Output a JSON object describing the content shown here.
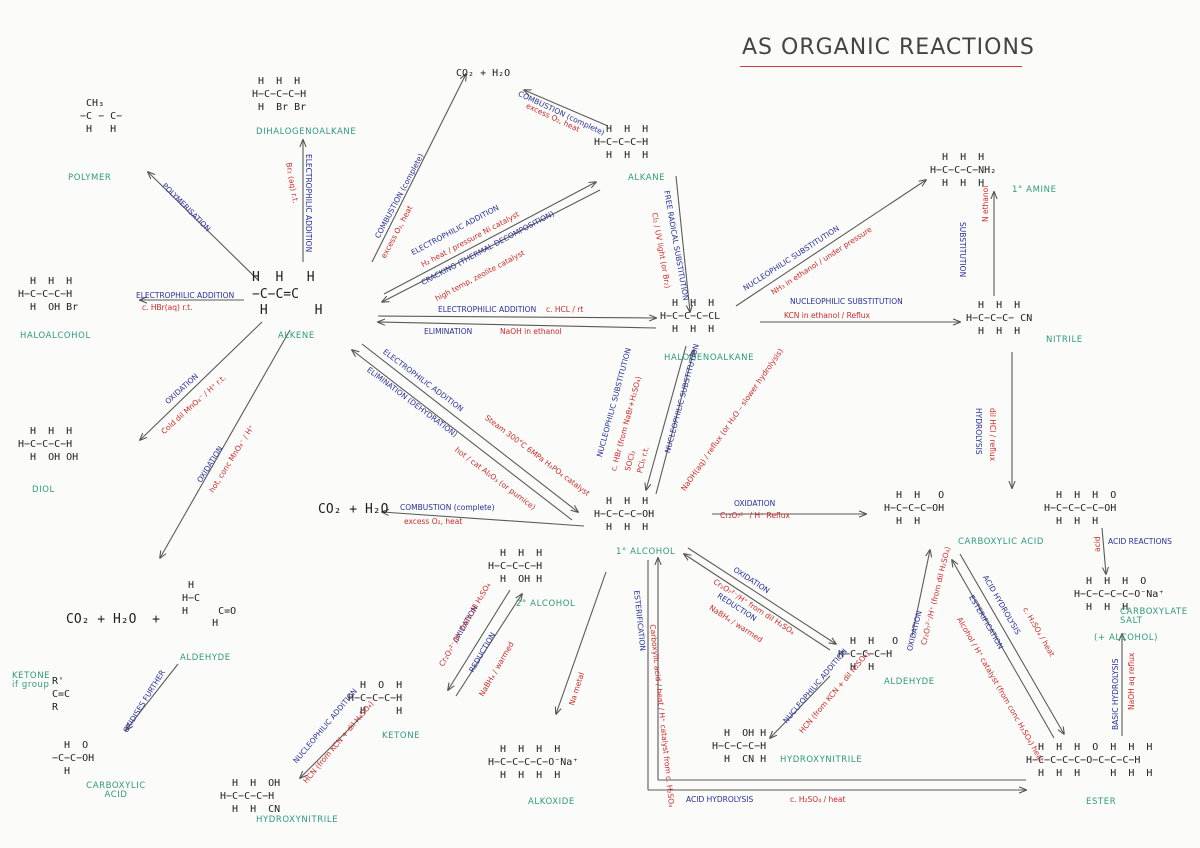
{
  "title": "AS ORGANIC REACTIONS",
  "colors": {
    "structure": "#1f1f1f",
    "name": "#2f9a7c",
    "reaction": "#28309a",
    "condition": "#cc2a2a",
    "title_underline": "#d23b3b"
  },
  "structures": {
    "polymer": "  CH₃\n −C − C−\n  H   H",
    "dihalo": " H  H  H\nH−C−C−C−H\n H  Br Br",
    "co2_top": "CO₂ + H₂O",
    "alkane": "  H  H  H\nH−C−C−C−H\n  H  H  H",
    "amine": "  H  H  H\nH−C−C−C−NH₂\n  H  H  H",
    "haloalcohol": "  H  H  H\nH−C−C−C−H\n  H  OH Br",
    "alkene": "H  H   H\n−C−C=C\n H      H",
    "haloalkane": "  H  H  H\nH−C−C−C−CL\n  H  H  H",
    "nitrile": "  H  H  H\nH−C−C−C− CN\n  H  H  H",
    "diol": "  H  H  H\nH−C−C−C−H\n  H  OH OH",
    "co2_mid": "CO₂ + H₂O",
    "alcohol1": "  H  H  H\nH−C−C−C−OH\n  H  H  H",
    "carbacid": "  H  H   O\nH−C−C−C−OH\n  H  H",
    "butacid": "  H  H  H  O\nH−C−C−C−C−OH\n  H  H  H",
    "alcohol2": "  H  H  H\nH−C−C−C−H\n  H  OH H",
    "carboxylate": "  H  H  H  O\nH−C−C−C−C−O⁻Na⁺\n  H  H  H",
    "co2_left": "CO₂ + H₂O  +",
    "aldehyde_left": "  H\n H−C\n H     C=O\n      H",
    "ketone_left": "R'\nC=C\nR",
    "ketone": "  H  O  H\nH−C−C−C−H\n  H     H",
    "aldehyde": "  H  H   O\nH−C−C−C−H\n  H  H",
    "carbacid_left": "  H  O\n−C−C−OH\n  H",
    "hydroxy1": "  H  OH H\nH−C−C−C−H\n  H  CN H",
    "alkoxide": "  H  H  H  H\nH−C−C−C−C−O⁻Na⁺\n  H  H  H  H",
    "hydroxy2": "  H  H  OH\nH−C−C−C−H\n  H  H  CN",
    "ester": "  H  H  H  O  H  H  H\nH−C−C−C−C−O−C−C−C−H\n  H  H  H     H  H  H"
  },
  "names": {
    "polymer": "POLYMER",
    "dihalo": "DIHALOGENOALKANE",
    "alkane": "ALKANE",
    "amine": "1° AMINE",
    "haloalcohol": "HALOALCOHOL",
    "alkene": "ALKENE",
    "haloalkane": "HALOGENOALKANE",
    "nitrile": "NITRILE",
    "diol": "DIOL",
    "alcohol1": "1° ALCOHOL",
    "carbacid": "CARBOXYLIC ACID",
    "alcohol2": "2° ALCOHOL",
    "carboxylate": "CARBOXYLATE SALT",
    "plus_alcohol": "(+ ALCOHOL)",
    "aldehyde_left": "ALDEHYDE",
    "ketone_left": "KETONE if group",
    "ketone": "KETONE",
    "aldehyde": "ALDEHYDE",
    "carbacid_left": "CARBOXYLIC ACID",
    "hydroxy1": "HYDROXYNITRILE",
    "alkoxide": "ALKOXIDE",
    "hydroxy2": "HYDROXYNITRILE",
    "ester": "ESTER"
  },
  "reactions": {
    "polymerisation": "POLYMERISATION",
    "electrophilic_addition": "ELECTROPHILIC ADDITION",
    "electrophilic_addition_2": "ELECTROPHILIC ADDITION",
    "electrophilic_addition_3": "ELECTROPHILIC ADDITION",
    "electrophilic_addition_4": "ELECTROPHILIC ADDITION",
    "electrophilic_addition_5": "ELECTROPHILIC ADDITION",
    "combustion": "COMBUSTION (complete)",
    "combustion_2": "COMBUSTION (complete)",
    "combustion_3": "COMBUSTION (complete)",
    "cracking": "CRACKING (THERMAL DECOMPOSITION)",
    "free_radical": "FREE RADICAL SUBSTITUTION",
    "nuc_sub_amine": "NUCLEOPHILIC SUBSTITUTION",
    "elimination": "ELIMINATION",
    "nuc_sub_nitrile": "NUCLEOPHILIC SUBSTITUTION",
    "substitution": "SUBSTITUTION",
    "oxidation_diol": "OXIDATION",
    "oxidation_strong": "OXIDATION",
    "elimination_dehydration": "ELIMINATION (DEHYDRATION)",
    "nuc_sub_1": "NUCLEOPHILIC SUBSTITUTION",
    "nuc_sub_2": "NUCLEOPHILIC SUBSTITUTION",
    "hydrolysis": "HYDROLYSIS",
    "oxidation_1": "OXIDATION",
    "oxidation_2": "OXIDATION",
    "oxidation_3": "OXIDATION",
    "oxidation_reflux": "OXIDATION",
    "reduction_1": "REDUCTION",
    "reduction_2": "REDUCTION",
    "acid_reactions": "ACID REACTIONS",
    "acid_hydrolysis": "ACID HYDROLYSIS",
    "acid_hydrolysis_2": "ACID HYDROLYSIS",
    "esterification": "ESTERIFICATION",
    "esterification_2": "ESTERIFICATION",
    "basic_hydrolysis": "BASIC HYDROLYSIS",
    "oxidises_further": "OXIDISES FURTHER",
    "nuc_addition_1": "NUCLEOPHILIC ADDITION",
    "nuc_addition_2": "NUCLEOPHILIC ADDITION"
  },
  "conditions": {
    "combustion_top": "excess O₂, heat",
    "br2": "Br₂ (aq) r.t.",
    "combustion_o2": "excess O₂, heat",
    "hydrogenation": "H₂ heat / pressure Ni catalyst",
    "cracking_cond": "high temp, zeolite catalyst",
    "uv": "Cl₂ / UV light (or Br₂)",
    "nh3": "NH₃ in ethanol / under pressure",
    "hbr": "c. HBr(aq) r.t.",
    "hcl": "c. HCL / rt",
    "naoh_eth": "NaOH in ethanol",
    "kcn": "KCN in ethanol / Reflux",
    "n_eth": "N ethanol",
    "cold_mno4": "Cold dil MnO₄⁻ / H⁺ r.t.",
    "hot_mno4": "hot, conc MnO₄⁻ / H⁺",
    "steam": "Steam 300°C 6MPa H₃PO₄ catalyst",
    "hot_al2o3": "hot / cat Al₂O₃ (or pumice)",
    "hbr_nabr": "c. HBr (from NaBr+H₂SO₄)",
    "socl2": "SOCl₂",
    "pcl5": "PCl₅ r.t.",
    "naoh_reflux": "NaOH(aq) / reflux (or H₂O – slower hydrolysis)",
    "dil_hcl": "dil HCl / reflux",
    "excess_o2": "excess O₂, heat",
    "cr2o7_reflux": "Cr₂O₇²⁻ / H⁺ Reflux",
    "cr2o7_dist": "Cr₂O₇²⁻/H⁺ from dil H₂SO₄",
    "nabh4": "NaBH₄ / warmed",
    "cr2o7_reflux2": "Cr₂O₇²⁻/H⁺ from dil H₂SO₄",
    "nabh4_2": "NaBH₄ / warmed",
    "cr2o7_dil": "Cr₂O₇²⁻/H⁺ (from dil H₂SO₄)",
    "conc_h2so4": "c. H₂SO₄ / heat",
    "alcohol_h": "Alcohol / H⁺ catalyst (from conc H₂SO₄) heat",
    "naoh_reflux2": "NaOH aq reflux",
    "na_metal": "Na metal",
    "carboxylic_heat": "Carboxylic acid / heat / H⁺ catalyst from c. H₂SO₄",
    "c_h2so4_heat": "c. H₂SO₄ / heat",
    "hcn_1": "HCN (from KCN + dil H₂SO₄)",
    "hcn_2": "HCN (from KCN + dil H₂SO₄)",
    "acid": "acid"
  }
}
